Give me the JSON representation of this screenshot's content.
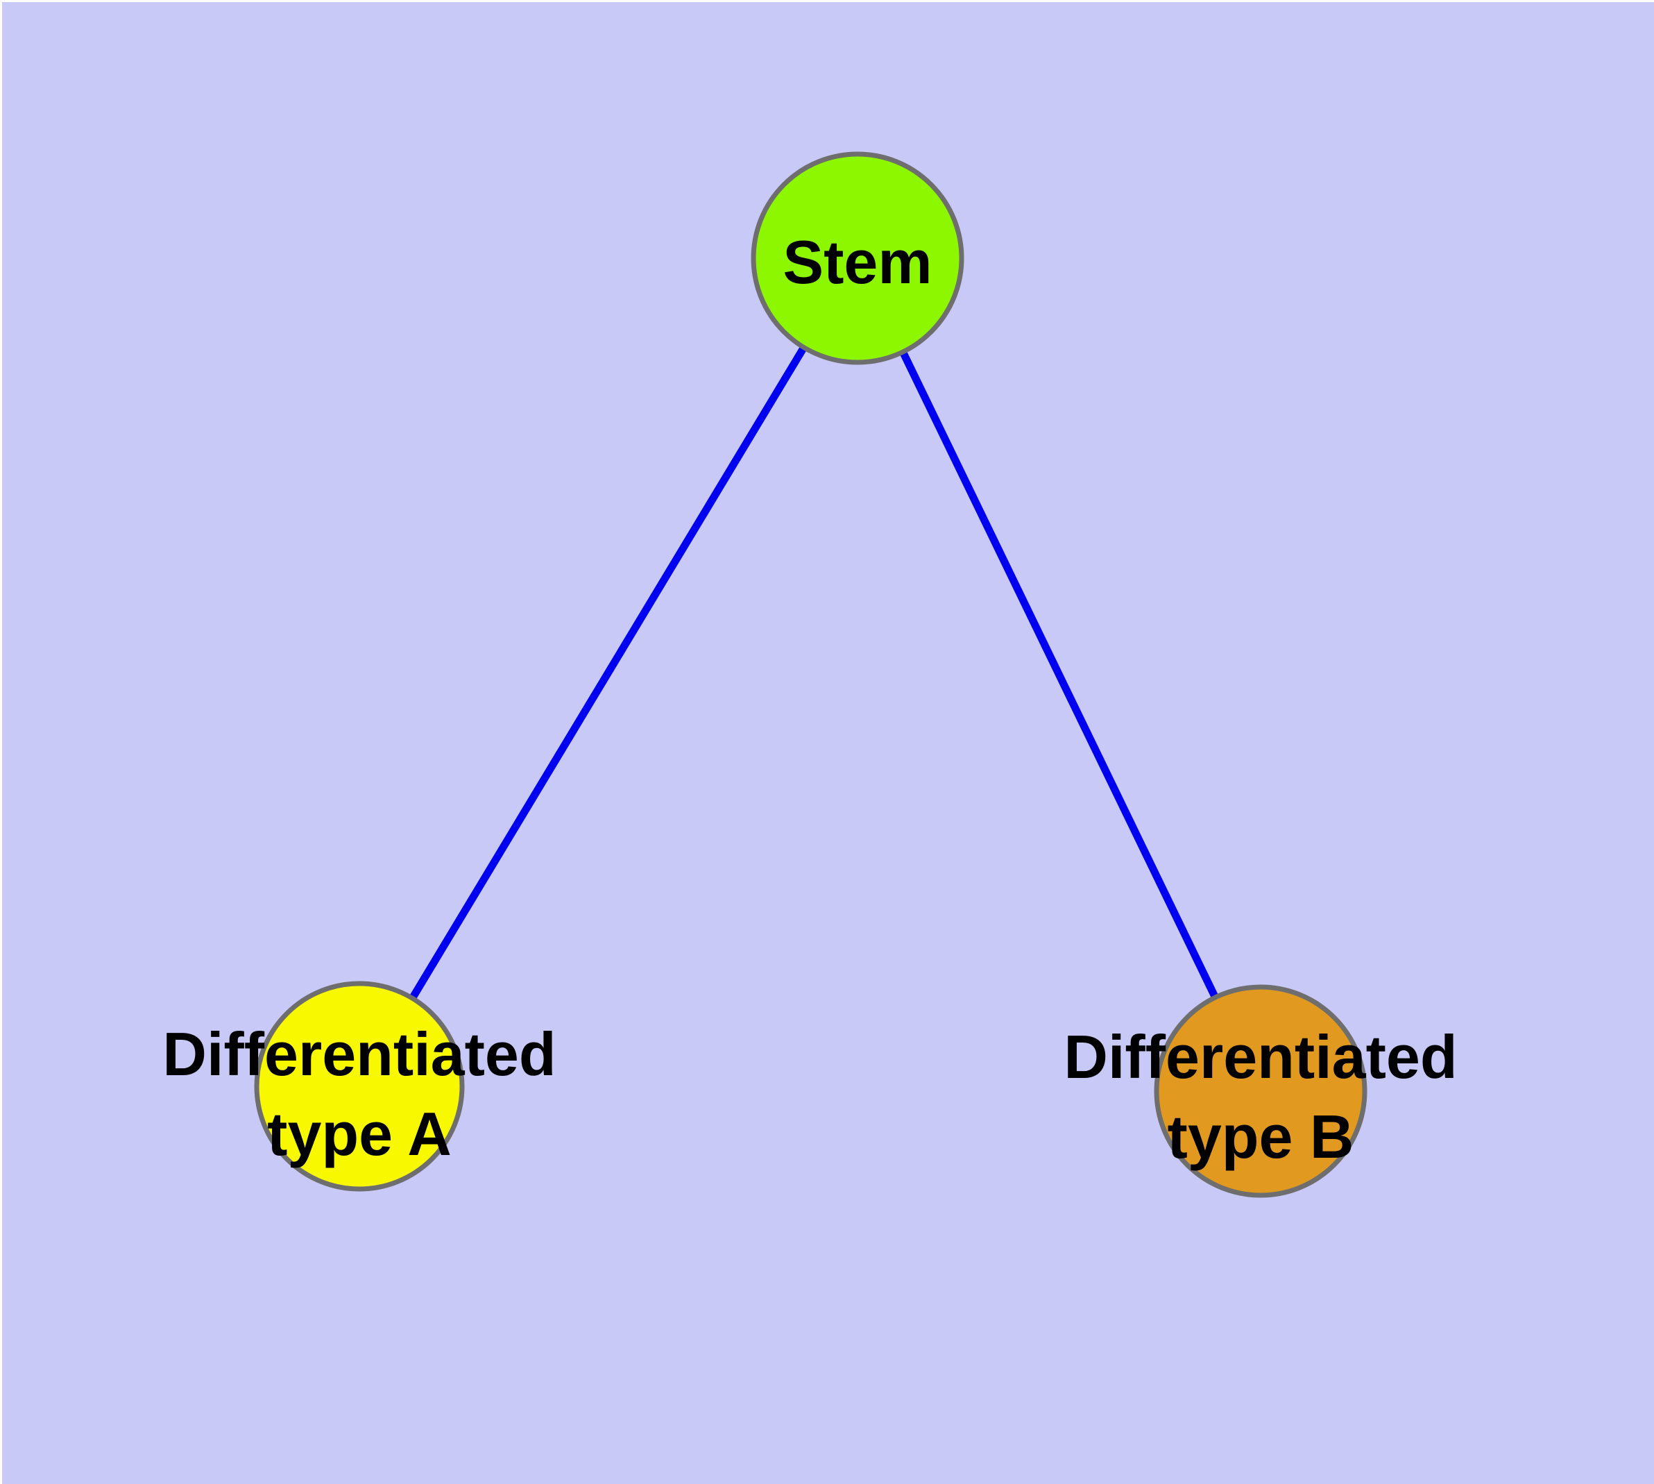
{
  "diagram": {
    "type": "graph",
    "description": "Stem cell differentiation diagram: one stem node linked to two differentiated cell type nodes",
    "background_color": "#c9c9f8",
    "outer_margin_color": "#ffffff",
    "edge_color": "#0000f0",
    "node_border_color": "#6e6e6e",
    "label_color": "#000000",
    "nodes": {
      "stem": {
        "label": "Stem",
        "fill": "#8df700"
      },
      "type_a": {
        "label": "Differentiated type A",
        "line1": "Differentiated",
        "line2": "type A",
        "fill": "#f8f800"
      },
      "type_b": {
        "label": "Differentiated type B",
        "line1": "Differentiated",
        "line2": "type B",
        "fill": "#e2991f"
      }
    },
    "edges": [
      {
        "from": "Stem",
        "to": "Differentiated type A"
      },
      {
        "from": "Stem",
        "to": "Differentiated type B"
      }
    ]
  }
}
